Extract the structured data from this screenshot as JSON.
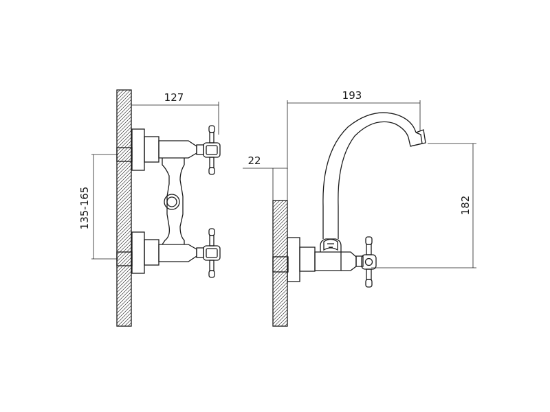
{
  "dimensions": {
    "front_width": "127",
    "inlet_spacing": "135-165",
    "side_width": "193",
    "wall_offset": "22",
    "spout_height": "182"
  }
}
